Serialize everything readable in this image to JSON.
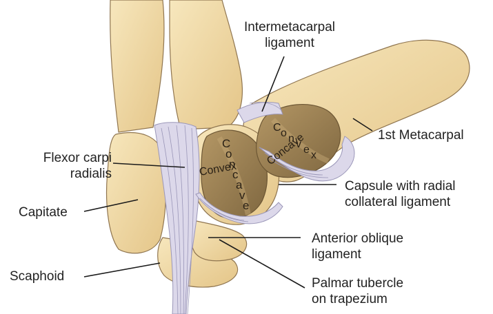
{
  "labels": {
    "intermetacarpal": [
      "Intermetacarpal",
      "ligament"
    ],
    "metacarpal": [
      "1st Metacarpal"
    ],
    "flexor": [
      "Flexor carpi",
      "radialis"
    ],
    "capitate": [
      "Capitate"
    ],
    "scaphoid": [
      "Scaphoid"
    ],
    "capsule": [
      "Capsule with radial",
      "collateral ligament"
    ],
    "anterior": [
      "Anterior oblique",
      "ligament"
    ],
    "palmar": [
      "Palmar tubercle",
      "on trapezium"
    ]
  },
  "surface_words": {
    "trapezium_convex": "Convex",
    "trapezium_concave": "Concave",
    "metacarpal_concave": "Concave",
    "metacarpal_convex": "Convex"
  },
  "colors": {
    "bone": "#f1dba6",
    "bone_shade": "#d8b874",
    "bone_outline": "#8f7550",
    "ligament": "#dcd8ea",
    "ligament_line": "#9a96b8",
    "cartilage": "#8d7546",
    "cartilage_light": "#a68b57",
    "leader": "#1a1a1a"
  }
}
